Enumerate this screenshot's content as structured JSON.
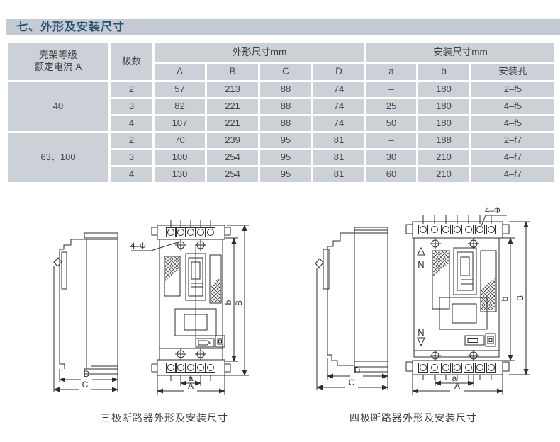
{
  "section_title": "七、外形及安装尺寸",
  "table": {
    "header": {
      "frame_line1": "壳架等级",
      "frame_line2": "额定电流 A",
      "poles": "极数",
      "outline_group": "外形尺寸mm",
      "install_group": "安装尺寸mm",
      "sub_cols": [
        "A",
        "B",
        "C",
        "D",
        "a",
        "b",
        "安装孔"
      ]
    },
    "groups": [
      {
        "current": "40",
        "rows": [
          [
            "2",
            "57",
            "213",
            "88",
            "74",
            "–",
            "180",
            "2–f5"
          ],
          [
            "3",
            "82",
            "221",
            "88",
            "74",
            "25",
            "180",
            "4–f5"
          ],
          [
            "4",
            "107",
            "221",
            "88",
            "74",
            "50",
            "180",
            "4–f5"
          ]
        ]
      },
      {
        "current": "63、100",
        "rows": [
          [
            "2",
            "70",
            "239",
            "95",
            "81",
            "–",
            "188",
            "2–f7"
          ],
          [
            "3",
            "100",
            "254",
            "95",
            "81",
            "30",
            "210",
            "4–f7"
          ],
          [
            "4",
            "130",
            "254",
            "95",
            "81",
            "60",
            "210",
            "4–f7"
          ]
        ]
      }
    ]
  },
  "figures": {
    "three_pole": {
      "caption": "三极断路器外形及安装尺寸",
      "hole_label": "4–Φ",
      "dims": {
        "A": "A",
        "B": "B",
        "C": "C",
        "D": "D",
        "a": "a",
        "b": "b"
      }
    },
    "four_pole": {
      "caption": "四极断路器外形及安装尺寸",
      "hole_label": "4–Φ",
      "neutral_top": "N",
      "neutral_bottom": "N",
      "dims": {
        "A": "A",
        "B": "B",
        "C": "C",
        "D": "D",
        "a": "a",
        "b": "b"
      }
    }
  },
  "colors": {
    "title_bg": "#c5cbd2",
    "title_text": "#27506f",
    "cell_bg": "#cbd1d7",
    "line": "#2e2e2e"
  }
}
